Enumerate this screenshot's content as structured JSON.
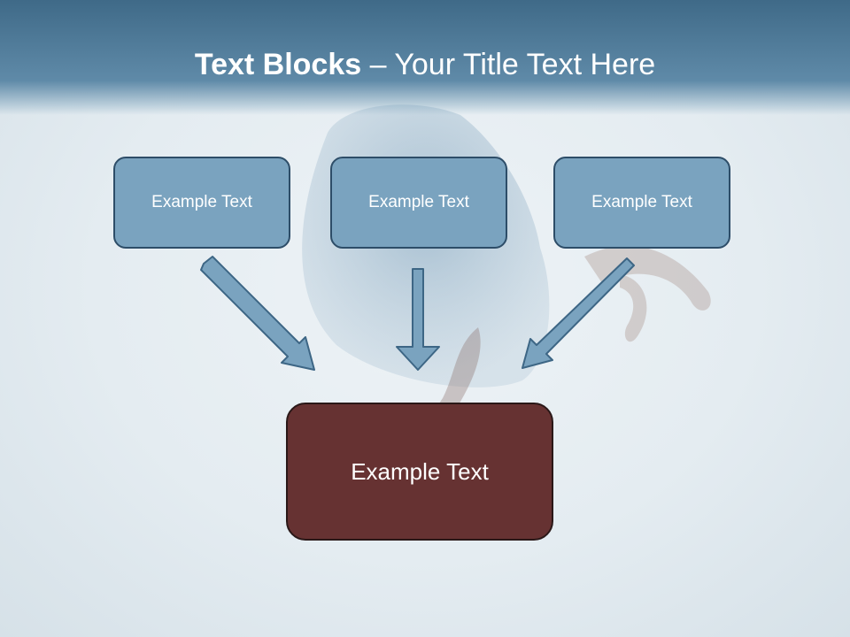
{
  "slide": {
    "title_bold": "Text Blocks",
    "title_dash": " – ",
    "title_rest": "Your Title Text Here"
  },
  "diagram": {
    "top_boxes": [
      "Example Text",
      "Example Text",
      "Example Text"
    ],
    "target_box": "Example Text"
  },
  "colors": {
    "header": "#4f7c9c",
    "top_box_fill": "#7aa3bf",
    "top_box_border": "#2d4d68",
    "target_box_fill": "#663232",
    "arrow_fill": "#7aa3bf"
  }
}
